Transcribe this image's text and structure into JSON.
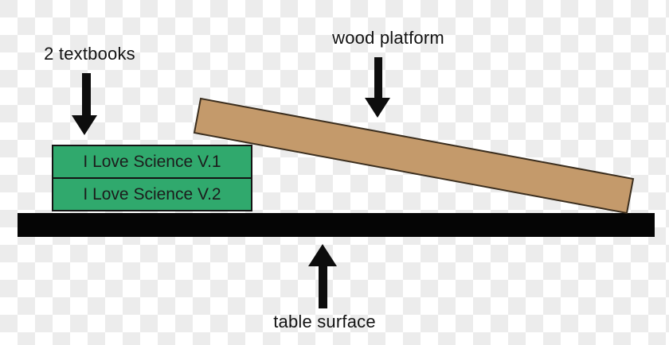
{
  "diagram": {
    "labels": {
      "textbooks": "2 textbooks",
      "platform": "wood platform",
      "table": "table surface"
    },
    "books": [
      {
        "label": "I Love Science V.1"
      },
      {
        "label": "I Love Science V.2"
      }
    ],
    "colors": {
      "book_green": "#30a96d",
      "book_border": "#141414",
      "platform_tan": "#c49a6b",
      "platform_border": "#3b2e1e",
      "table_black": "#050505",
      "arrow_black": "#0d0d0d",
      "checker_gray": "#ececec",
      "checker_white": "#ffffff",
      "text": "#121212"
    }
  }
}
